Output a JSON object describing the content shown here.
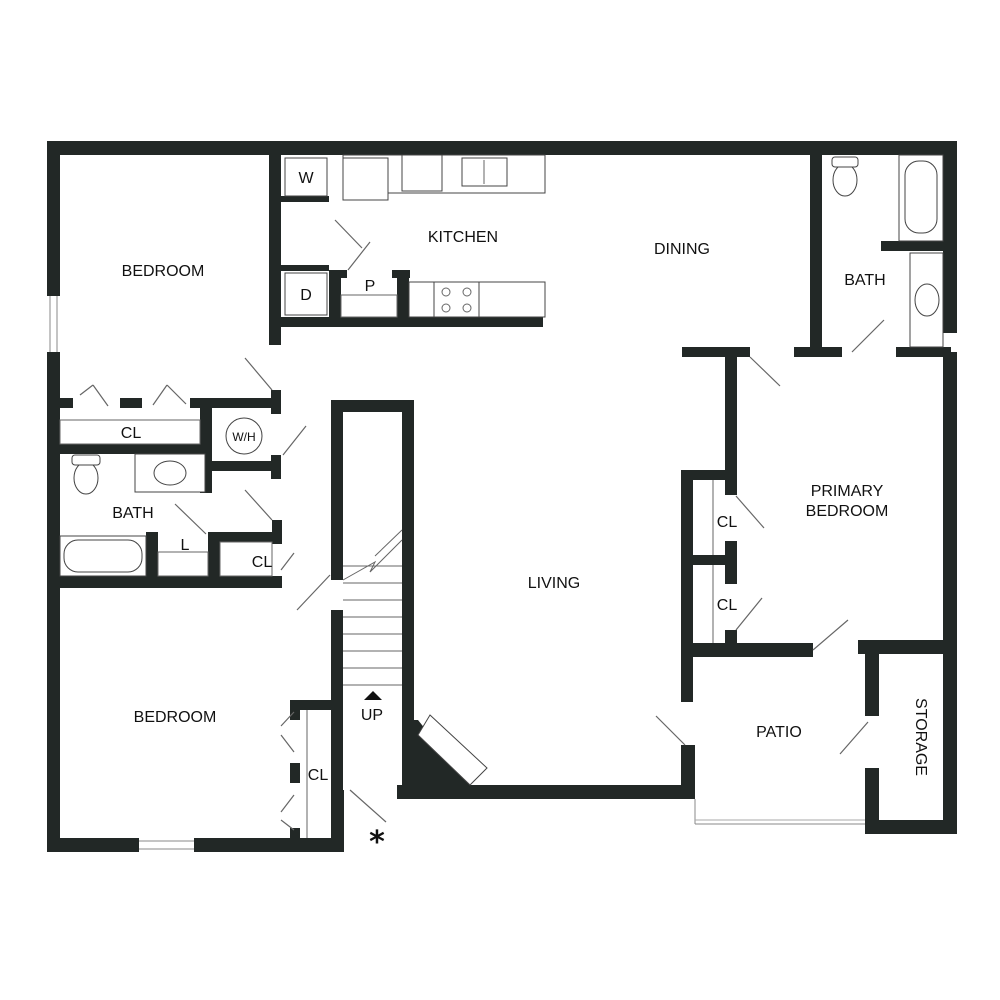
{
  "rooms": {
    "bedroom_top": "BEDROOM",
    "kitchen": "KITCHEN",
    "dining": "DINING",
    "bath_top": "BATH",
    "closet_hall": "CL",
    "water_heater": "W/H",
    "bath_left": "BATH",
    "linen": "L",
    "closet_small": "CL",
    "living": "LIVING",
    "primary_line1": "PRIMARY",
    "primary_line2": "BEDROOM",
    "closet_primary_1": "CL",
    "closet_primary_2": "CL",
    "bedroom_bottom": "BEDROOM",
    "closet_bottom": "CL",
    "stairs_up": "UP",
    "patio": "PATIO",
    "storage": "STORAGE",
    "washer": "W",
    "dryer": "D",
    "pantry": "P"
  },
  "marker": "*",
  "colors": {
    "wall": "#222826",
    "background": "#ffffff"
  }
}
